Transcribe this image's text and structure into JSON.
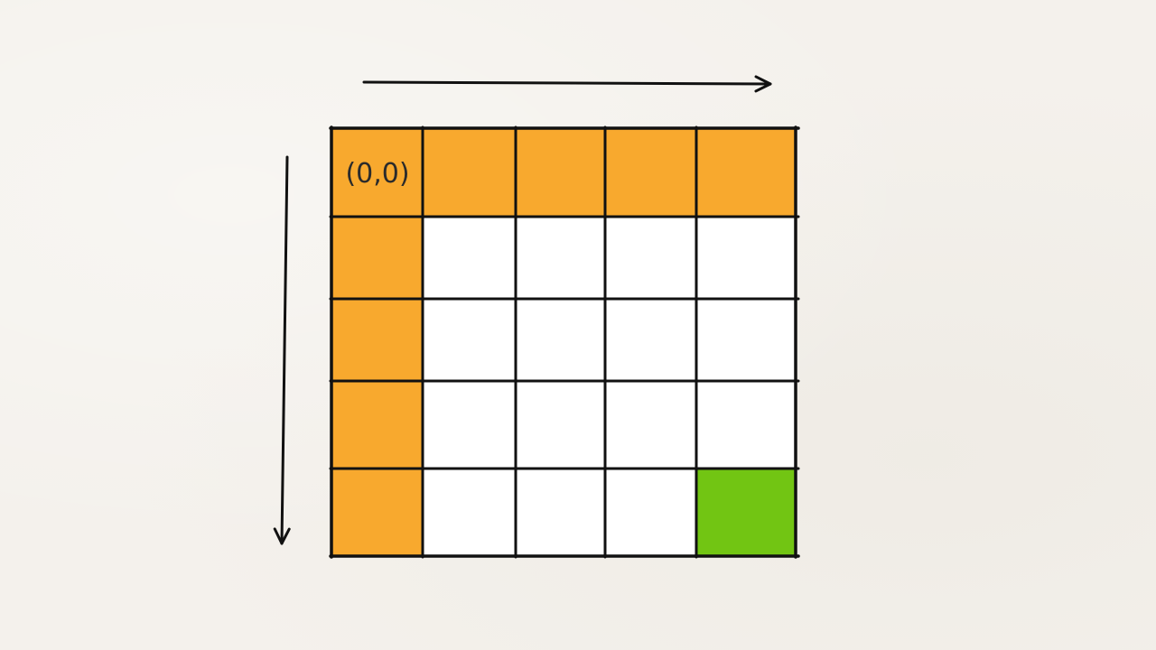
{
  "grid": {
    "rows": 5,
    "cols": 5,
    "origin_label": "(0,0)",
    "colors": {
      "highlight": "#f8a92e",
      "target": "#72c513",
      "empty": "#ffffff",
      "line": "#111111"
    },
    "cells": [
      [
        "highlight",
        "highlight",
        "highlight",
        "highlight",
        "highlight"
      ],
      [
        "highlight",
        "empty",
        "empty",
        "empty",
        "empty"
      ],
      [
        "highlight",
        "empty",
        "empty",
        "empty",
        "empty"
      ],
      [
        "highlight",
        "empty",
        "empty",
        "empty",
        "empty"
      ],
      [
        "highlight",
        "empty",
        "empty",
        "empty",
        "target"
      ]
    ]
  },
  "arrows": {
    "horizontal": "right",
    "vertical": "down"
  }
}
